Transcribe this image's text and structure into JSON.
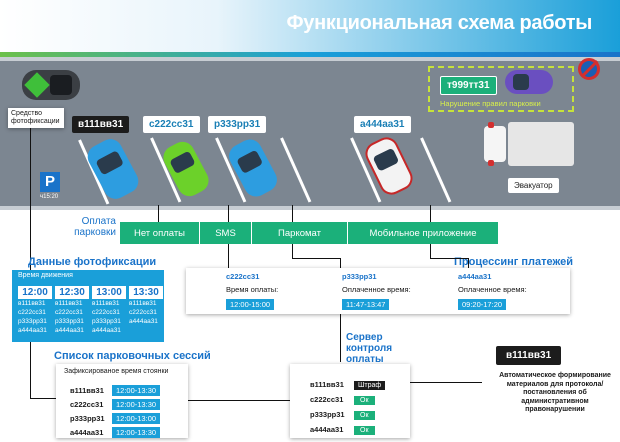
{
  "header": {
    "title": "Функциональная схема работы"
  },
  "road": {
    "camera_label": "Средство фотофиксации",
    "sign_sub": "ч15:20",
    "plates": [
      "в111вв31",
      "с222сс31",
      "р333рр31",
      "а444аа31"
    ],
    "violator_plate": "т999тт31",
    "violation_text": "Нарушение правил парковки",
    "tow_label": "Эвакуатор"
  },
  "payment": {
    "label": "Оплата парковки",
    "methods": [
      "Нет оплаты",
      "SMS",
      "Паркомат",
      "Мобильное приложение"
    ]
  },
  "photo_data": {
    "title": "Данные фотофиксации",
    "time_label": "Время движения",
    "columns": [
      {
        "time": "12:00",
        "plates": [
          "в111вв31",
          "с222сс31",
          "р333рр31",
          "а444аа31"
        ]
      },
      {
        "time": "12:30",
        "plates": [
          "в111вв31",
          "с222сс31",
          "р333рр31",
          "а444аа31"
        ]
      },
      {
        "time": "13:00",
        "plates": [
          "в111вв31",
          "с222сс31",
          "р333рр31",
          "а444аа31"
        ]
      },
      {
        "time": "13:30",
        "plates": [
          "в111вв31",
          "с222сс31",
          "",
          "а444аа31"
        ]
      }
    ]
  },
  "processing": {
    "title": "Процессинг платежей",
    "items": [
      {
        "plate": "с222сс31",
        "label": "Время оплаты:",
        "value": "12:00-15:00"
      },
      {
        "plate": "р333рр31",
        "label": "Оплаченное время:",
        "value": "11:47-13:47"
      },
      {
        "plate": "а444аа31",
        "label": "Оплаченное время:",
        "value": "09:20-17:20"
      }
    ]
  },
  "sessions": {
    "title": "Список парковочных сессий",
    "header": "Зафиксированое время стоянки",
    "rows": [
      {
        "plate": "в111вв31",
        "time": "12:00-13:30"
      },
      {
        "plate": "с222сс31",
        "time": "12:00-13:30"
      },
      {
        "plate": "р333рр31",
        "time": "12:00-13:00"
      },
      {
        "plate": "а444аа31",
        "time": "12:00-13:30"
      }
    ]
  },
  "server": {
    "title": "Сервер контроля оплаты",
    "rows": [
      {
        "plate": "в111вв31",
        "status": "Штраф"
      },
      {
        "plate": "с222сс31",
        "status": "Ок"
      },
      {
        "plate": "р333рр31",
        "status": "Ок"
      },
      {
        "plate": "а444аа31",
        "status": "Ок"
      }
    ]
  },
  "result": {
    "plate": "в111вв31",
    "text": "Автоматическое формирование материалов для протокола/постановления об административном правонарушении"
  }
}
